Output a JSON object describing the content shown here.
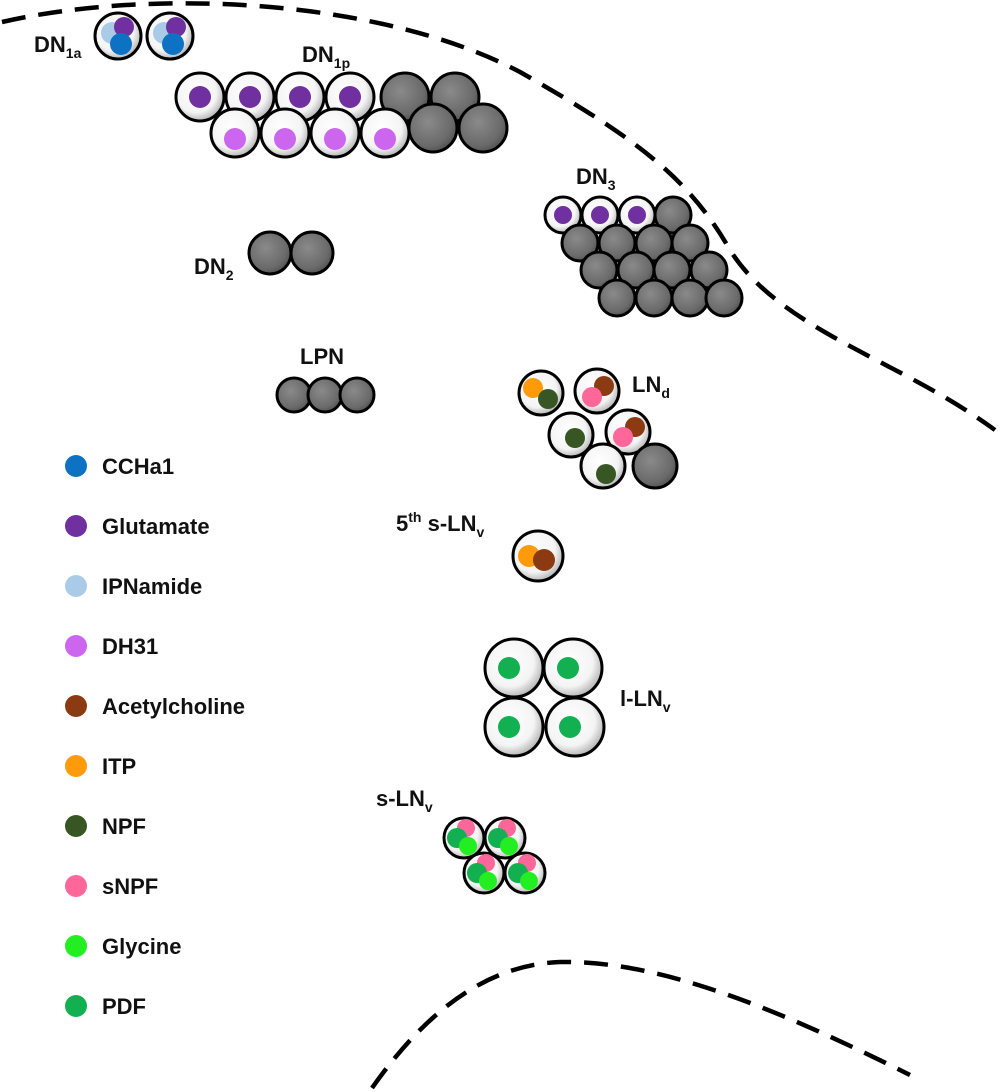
{
  "colors": {
    "cell_outline": "#000000",
    "gray_cell": "#6f6f6f",
    "white_cell": "#ffffff",
    "boundary": "#000000"
  },
  "legend": [
    {
      "key": "ccha1",
      "label": "CCHa1",
      "color": "#0d72c4"
    },
    {
      "key": "glutamate",
      "label": "Glutamate",
      "color": "#7030a0"
    },
    {
      "key": "ipnamide",
      "label": "IPNamide",
      "color": "#a9cbe8"
    },
    {
      "key": "dh31",
      "label": "DH31",
      "color": "#cc66ee"
    },
    {
      "key": "acetylcholine",
      "label": "Acetylcholine",
      "color": "#8b3a12"
    },
    {
      "key": "itp",
      "label": "ITP",
      "color": "#ff9a0a"
    },
    {
      "key": "npf",
      "label": "NPF",
      "color": "#375623"
    },
    {
      "key": "snpf",
      "label": "sNPF",
      "color": "#ff6699"
    },
    {
      "key": "glycine",
      "label": "Glycine",
      "color": "#22ee22"
    },
    {
      "key": "pdf",
      "label": "PDF",
      "color": "#12b050"
    }
  ],
  "groups": {
    "dn1a": {
      "base": "DN",
      "sub": "1a"
    },
    "dn1p": {
      "base": "DN",
      "sub": "1p"
    },
    "dn2": {
      "base": "DN",
      "sub": "2"
    },
    "dn3": {
      "base": "DN",
      "sub": "3"
    },
    "lpn": {
      "base": "LPN"
    },
    "lnd": {
      "base": "LN",
      "sub": "d"
    },
    "fifth_slnv": {
      "pre": "5",
      "sup": "th",
      "base": " s-LN",
      "sub": "v"
    },
    "llnv": {
      "base": "l-LN",
      "sub": "v"
    },
    "slnv": {
      "base": "s-LN",
      "sub": "v"
    }
  }
}
